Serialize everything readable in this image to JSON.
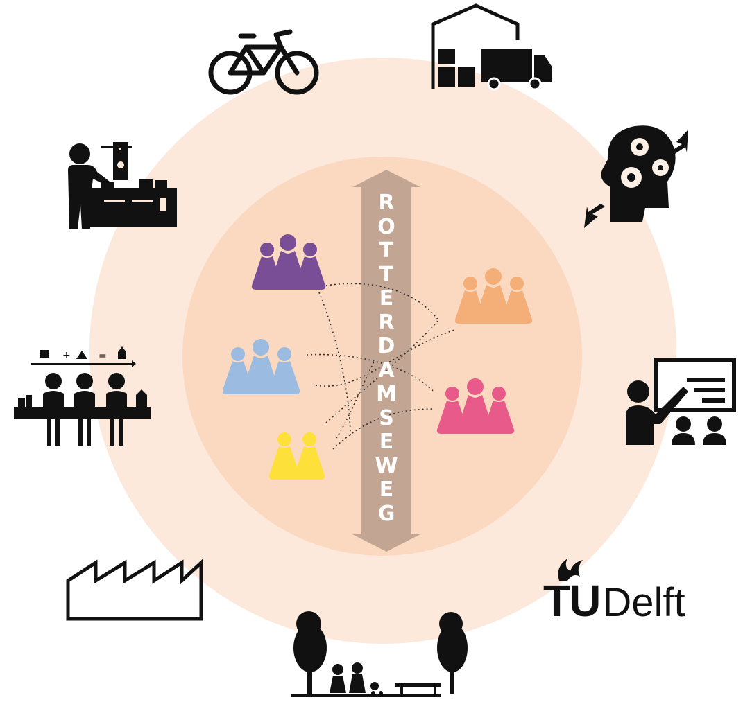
{
  "road": {
    "name": "ROTTERDAMSEWEG",
    "letters": [
      "R",
      "O",
      "T",
      "T",
      "E",
      "R",
      "D",
      "A",
      "M",
      "S",
      "E",
      "W",
      "E",
      "G"
    ]
  },
  "logo": {
    "part1": "TU",
    "part2": "Delft"
  },
  "colors": {
    "outer_ring": "#fde9dc",
    "inner_circle": "#fbd9c0",
    "road": "#c2a693",
    "purple": "#7a4e96",
    "blue": "#9bbbe0",
    "yellow": "#fde03a",
    "orange": "#f4ae78",
    "pink": "#e85a8a",
    "icon": "#111111"
  },
  "groups": [
    {
      "id": "purple",
      "count": 3
    },
    {
      "id": "blue",
      "count": 3
    },
    {
      "id": "yellow",
      "count": 2
    },
    {
      "id": "orange",
      "count": 3
    },
    {
      "id": "pink",
      "count": 3
    }
  ],
  "icons": [
    "bicycle-icon",
    "warehouse-truck-icon",
    "head-gears-icon",
    "presentation-icon",
    "tudelft-logo",
    "park-icon",
    "factory-icon",
    "workshop-team-icon",
    "machine-operator-icon"
  ]
}
